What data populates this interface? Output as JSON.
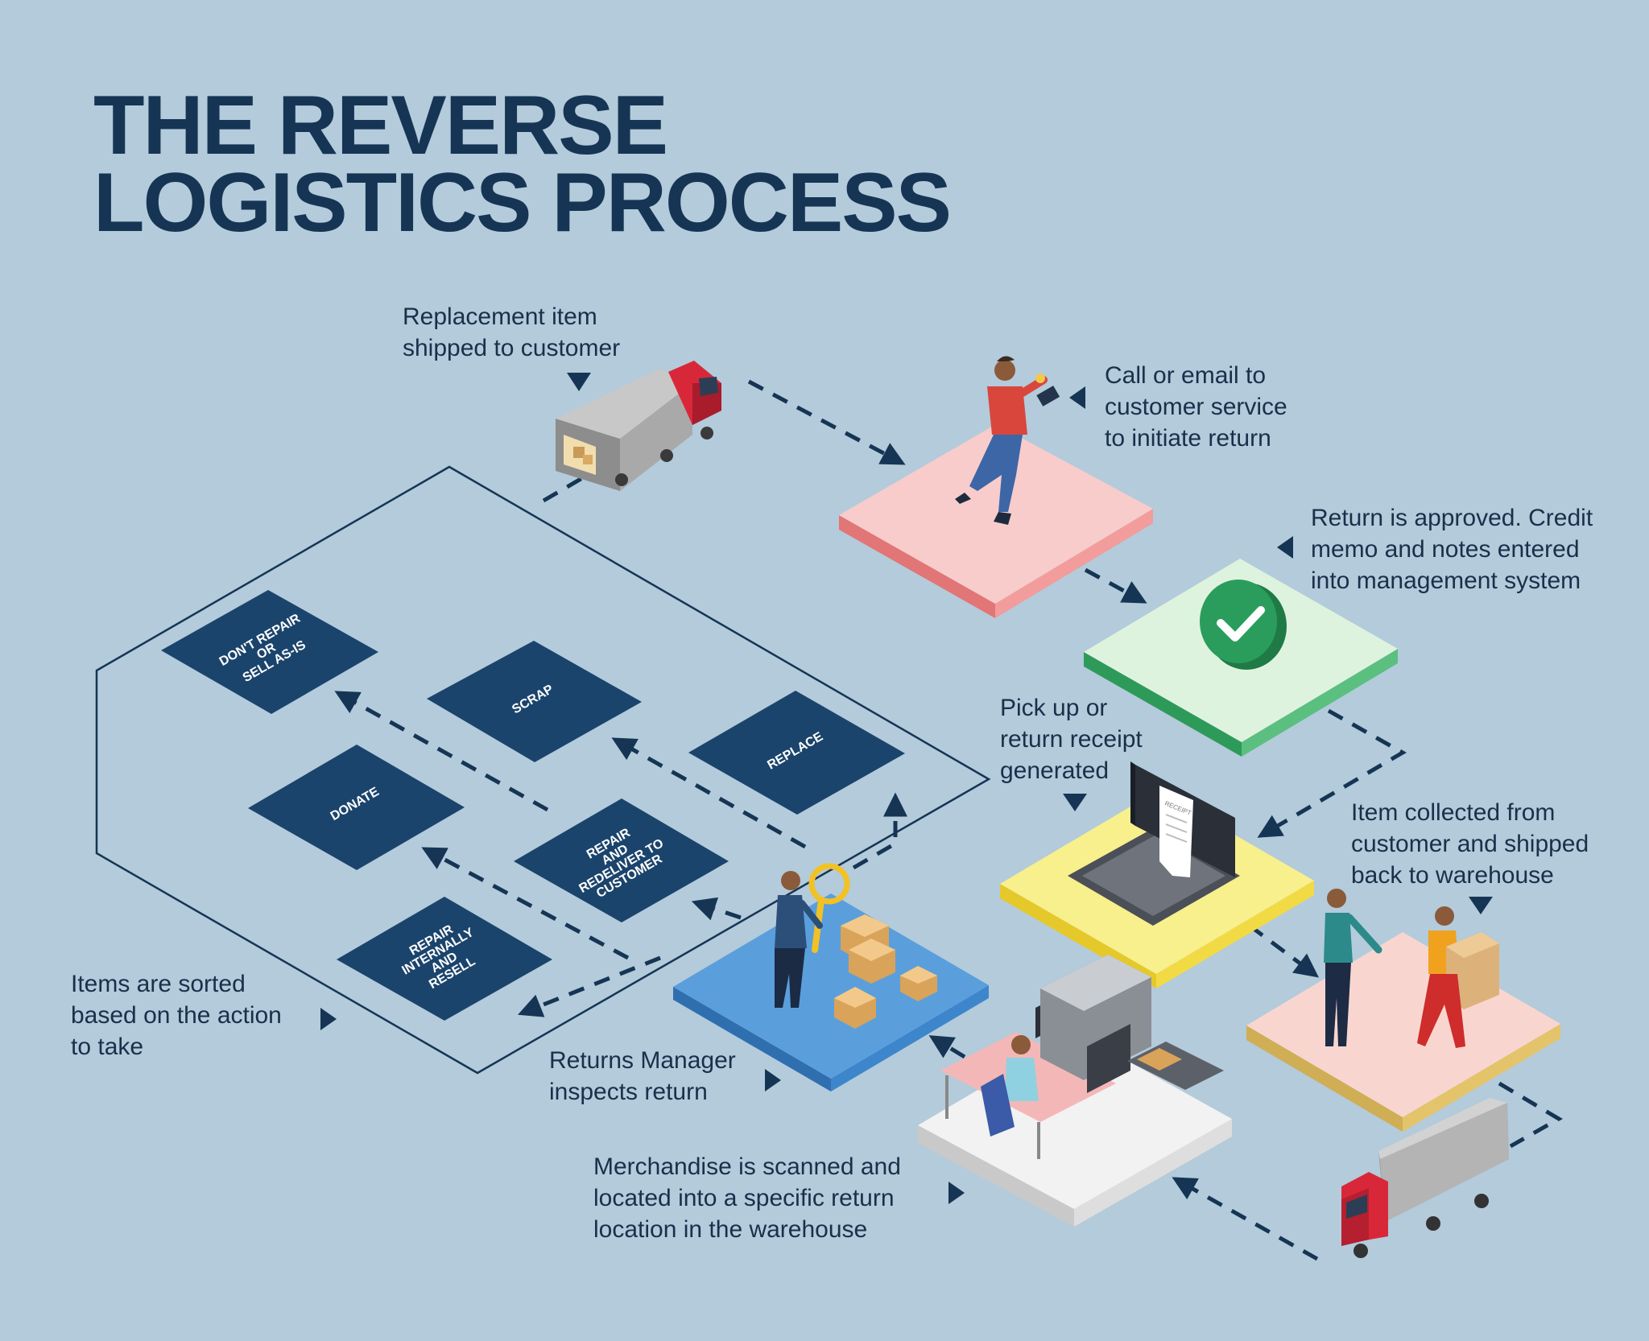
{
  "title": {
    "line1": "THE REVERSE",
    "line2": "LOGISTICS PROCESS"
  },
  "steps": {
    "call": [
      "Call or email to",
      "customer service",
      "to initiate return"
    ],
    "approved": [
      "Return is approved. Credit",
      "memo and notes entered",
      "into management system"
    ],
    "receipt": [
      "Pick up or",
      "return receipt",
      "generated"
    ],
    "collected": [
      "Item collected from",
      "customer and shipped",
      "back to warehouse"
    ],
    "scanned": [
      "Merchandise is scanned and",
      "located into a specific return",
      "location in the warehouse"
    ],
    "inspect": [
      "Returns Manager",
      "inspects return"
    ],
    "sorted": [
      "Items are sorted",
      "based on the action",
      "to take"
    ],
    "replacement": [
      "Replacement item",
      "shipped to customer"
    ]
  },
  "actions": {
    "dont_repair": [
      "DON'T REPAIR",
      "OR",
      "SELL AS-IS"
    ],
    "scrap": [
      "SCRAP"
    ],
    "replace": [
      "REPLACE"
    ],
    "donate": [
      "DONATE"
    ],
    "repair_redeliver": [
      "REPAIR",
      "AND",
      "REDELIVER TO",
      "CUSTOMER"
    ],
    "repair_resell": [
      "REPAIR",
      "INTERNALLY",
      "AND",
      "RESELL"
    ]
  },
  "receipt_text": "RECEIPT",
  "colors": {
    "background": "#b3cbdb",
    "navy": "#163554",
    "action_tile": "#1b446c",
    "pink_platform": "#f7cccb",
    "green_platform": "#def3de",
    "yellow_platform": "#f8ef8d",
    "blue_platform": "#5a9fdc",
    "peach_platform": "#f8d6cf",
    "white_platform": "#f2f2f2",
    "truck_red": "#d9273a",
    "check_green": "#2a9d5c"
  }
}
